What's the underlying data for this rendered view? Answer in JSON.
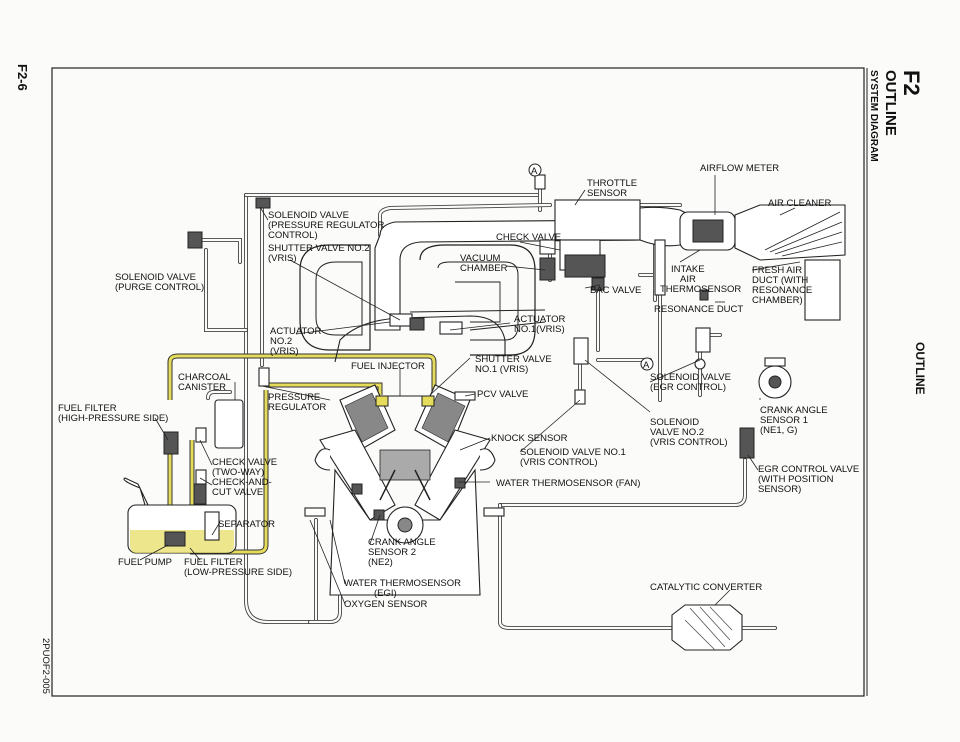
{
  "header": {
    "section_code": "F2",
    "section_title": "OUTLINE",
    "subtitle": "SYSTEM DIAGRAM",
    "side_title": "OUTLINE",
    "page_number": "F2-6",
    "figure_code": "2PUOF2-005"
  },
  "labels": {
    "throttle_sensor": [
      "THROTTLE",
      "SENSOR"
    ],
    "airflow_meter": [
      "AIRFLOW METER"
    ],
    "air_cleaner": [
      "AIR CLEANER"
    ],
    "solenoid_pressure": [
      "SOLENOID VALVE",
      "(PRESSURE REGULATOR",
      "CONTROL)"
    ],
    "check_valve_top": [
      "CHECK VALVE"
    ],
    "shutter_valve_2": [
      "SHUTTER VALVE NO.2",
      "(VRIS)"
    ],
    "vacuum_chamber": [
      "VACUUM",
      "CHAMBER"
    ],
    "intake_air_thermosensor": [
      "INTAKE",
      "AIR",
      "THERMOSENSOR"
    ],
    "fresh_air_duct": [
      "FRESH AIR",
      "DUCT (WITH",
      "RESONANCE",
      "CHAMBER)"
    ],
    "bac_valve": [
      "BAC VALVE"
    ],
    "resonance_duct": [
      "RESONANCE DUCT"
    ],
    "solenoid_purge": [
      "SOLENOID VALVE",
      "(PURGE CONTROL)"
    ],
    "actuator_1": [
      "ACTUATOR",
      "NO.1(VRIS)"
    ],
    "actuator_2": [
      "ACTUATOR",
      "NO.2",
      "(VRIS)"
    ],
    "fuel_injector": [
      "FUEL INJECTOR"
    ],
    "shutter_valve_1": [
      "SHUTTER VALVE",
      "NO.1 (VRIS)"
    ],
    "charcoal_canister": [
      "CHARCOAL",
      "CANISTER"
    ],
    "solenoid_egr": [
      "SOLENOID VALVE",
      "(EGR CONTROL)"
    ],
    "pressure_regulator": [
      "PRESSURE",
      "REGULATOR"
    ],
    "pcv_valve": [
      "PCV VALVE"
    ],
    "fuel_filter_high": [
      "FUEL FILTER",
      "(HIGH-PRESSURE SIDE)"
    ],
    "crank_angle_1": [
      "CRANK ANGLE",
      "SENSOR 1",
      "(NE1, G)"
    ],
    "solenoid_vris_2": [
      "SOLENOID",
      "VALVE NO.2",
      "(VRIS CONTROL)"
    ],
    "knock_sensor": [
      "KNOCK SENSOR"
    ],
    "solenoid_vris_1": [
      "SOLENOID VALVE NO.1",
      "(VRIS CONTROL)"
    ],
    "check_valve_two_way": [
      "CHECK VALVE",
      "(TWO-WAY)"
    ],
    "check_and_cut": [
      "CHECK-AND-",
      "CUT VALVE"
    ],
    "egr_control_valve": [
      "EGR CONTROL VALVE",
      "(WITH POSITION",
      "SENSOR)"
    ],
    "water_thermo_fan": [
      "WATER THERMOSENSOR (FAN)"
    ],
    "separator": [
      "SEPARATOR"
    ],
    "crank_angle_2": [
      "CRANK ANGLE",
      "SENSOR 2",
      "(NE2)"
    ],
    "fuel_pump": [
      "FUEL PUMP"
    ],
    "fuel_filter_low": [
      "FUEL FILTER",
      "(LOW-PRESSURE SIDE)"
    ],
    "catalytic_converter": [
      "CATALYTIC CONVERTER"
    ],
    "water_thermo_egi": [
      "WATER THERMOSENSOR",
      "(EGI)"
    ],
    "oxygen_sensor": [
      "OXYGEN SENSOR"
    ],
    "marker_a": "A"
  }
}
